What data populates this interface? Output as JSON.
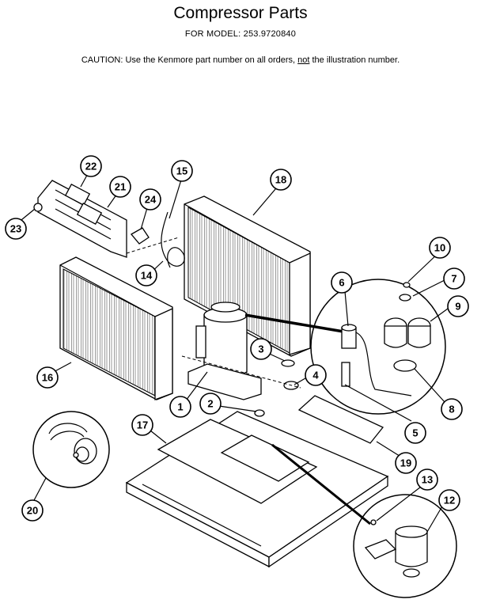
{
  "header": {
    "title": "Compressor Parts",
    "model_line": "FOR MODEL:  253.9720840",
    "caution_prefix": "CAUTION:  Use the Kenmore part number on all orders, ",
    "caution_not": "not",
    "caution_suffix": " the illustration number."
  },
  "callouts": [
    {
      "id": "c1",
      "label": "1"
    },
    {
      "id": "c2",
      "label": "2"
    },
    {
      "id": "c3",
      "label": "3"
    },
    {
      "id": "c4",
      "label": "4"
    },
    {
      "id": "c5",
      "label": "5"
    },
    {
      "id": "c6",
      "label": "6"
    },
    {
      "id": "c7",
      "label": "7"
    },
    {
      "id": "c8",
      "label": "8"
    },
    {
      "id": "c9",
      "label": "9"
    },
    {
      "id": "c10",
      "label": "10"
    },
    {
      "id": "c12",
      "label": "12"
    },
    {
      "id": "c13",
      "label": "13"
    },
    {
      "id": "c14",
      "label": "14"
    },
    {
      "id": "c15",
      "label": "15"
    },
    {
      "id": "c16",
      "label": "16"
    },
    {
      "id": "c17",
      "label": "17"
    },
    {
      "id": "c18",
      "label": "18"
    },
    {
      "id": "c19",
      "label": "19"
    },
    {
      "id": "c20",
      "label": "20"
    },
    {
      "id": "c21",
      "label": "21"
    },
    {
      "id": "c22",
      "label": "22"
    },
    {
      "id": "c23",
      "label": "23"
    },
    {
      "id": "c24",
      "label": "24"
    }
  ]
}
